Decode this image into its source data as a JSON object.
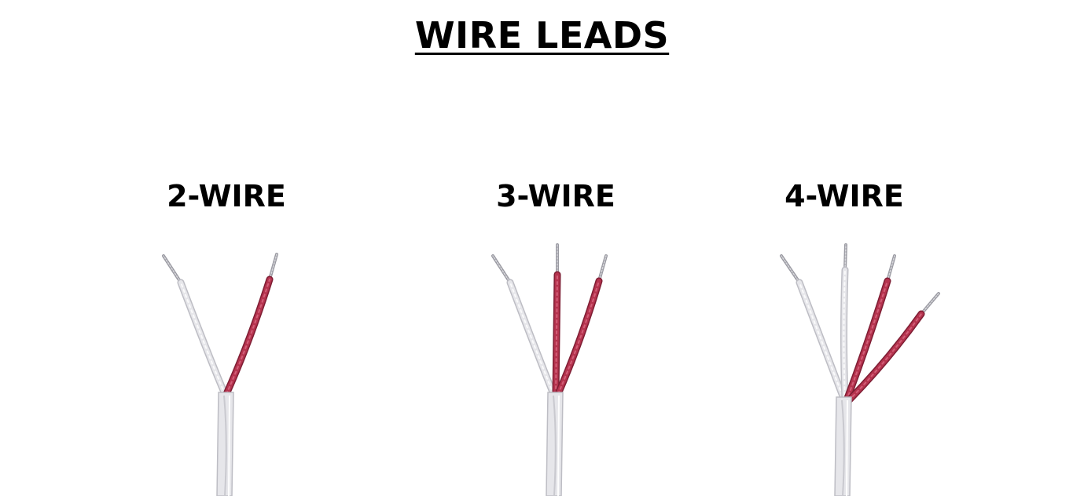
{
  "title": "WIRE LEADS",
  "colors": {
    "white_insulation": "#e6e6ea",
    "white_insulation_shade": "#bdbdc4",
    "red_insulation": "#b5334e",
    "red_insulation_shade": "#7e1d33",
    "bare_conductor": "#9a9aa2",
    "text": "#000000"
  },
  "panels": [
    {
      "label": "2-WIRE",
      "leads": [
        {
          "color": "white-insulation"
        },
        {
          "color": "red-insulation"
        }
      ]
    },
    {
      "label": "3-WIRE",
      "leads": [
        {
          "color": "white-insulation"
        },
        {
          "color": "red-insulation"
        },
        {
          "color": "red-insulation"
        }
      ]
    },
    {
      "label": "4-WIRE",
      "leads": [
        {
          "color": "white-insulation"
        },
        {
          "color": "white-insulation"
        },
        {
          "color": "red-insulation"
        },
        {
          "color": "red-insulation"
        }
      ]
    }
  ]
}
